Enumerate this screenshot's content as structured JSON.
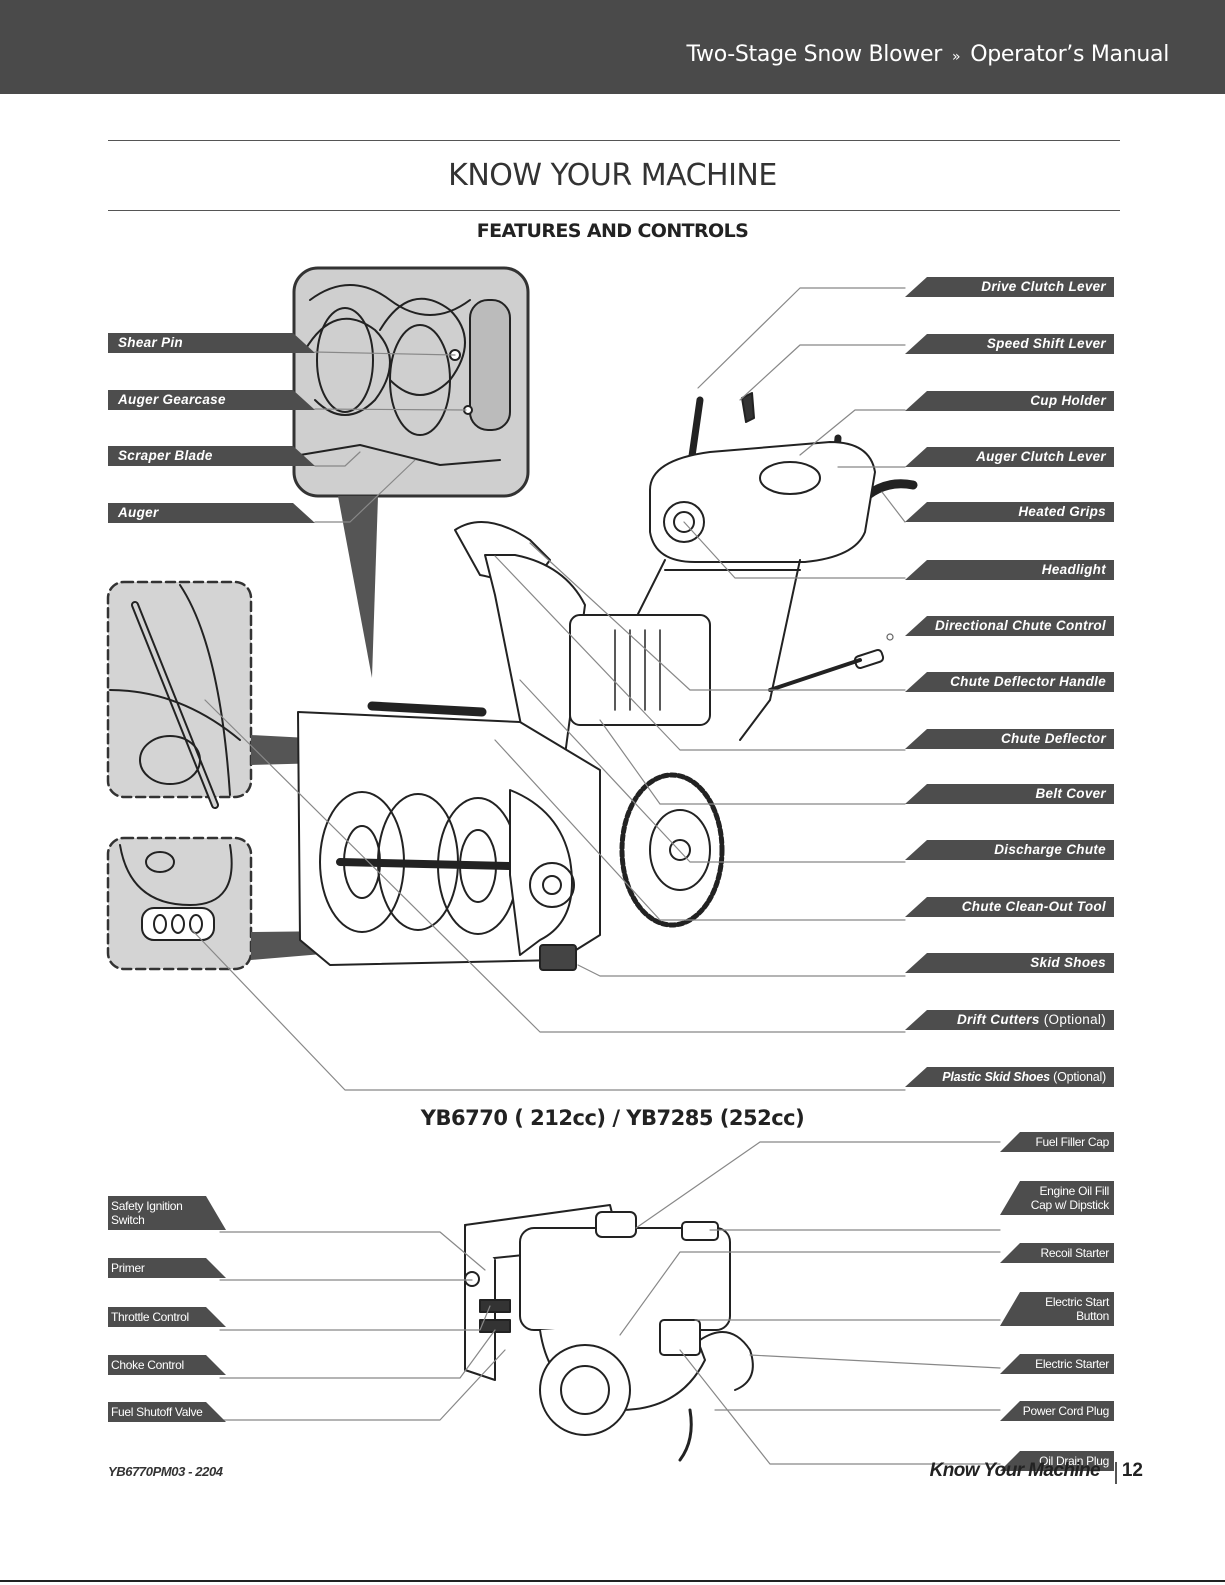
{
  "header": {
    "doc_title": "Two-Stage Snow Blower",
    "separator": "»",
    "doc_subtitle": "Operator’s Manual"
  },
  "page_title": "KNOW YOUR MACHINE",
  "section_title": "FEATURES AND CONTROLS",
  "machine_labels_right": [
    {
      "text": "Drive Clutch Lever"
    },
    {
      "text": "Speed Shift Lever"
    },
    {
      "text": "Cup Holder"
    },
    {
      "text": "Auger Clutch Lever"
    },
    {
      "text": "Heated Grips"
    },
    {
      "text": "Headlight"
    },
    {
      "text": "Directional Chute Control"
    },
    {
      "text": "Chute Deflector Handle"
    },
    {
      "text": "Chute Deflector"
    },
    {
      "text": "Belt Cover"
    },
    {
      "text": "Discharge Chute"
    },
    {
      "text": "Chute Clean-Out Tool"
    },
    {
      "text": "Skid Shoes"
    },
    {
      "text": "Drift Cutters",
      "note": "(Optional)"
    },
    {
      "text": "Plastic Skid Shoes",
      "note": "(Optional)"
    }
  ],
  "machine_labels_left": [
    {
      "text": "Shear Pin"
    },
    {
      "text": "Auger Gearcase"
    },
    {
      "text": "Scraper Blade"
    },
    {
      "text": "Auger"
    }
  ],
  "model_title": "YB6770 ( 212cc) / YB7285 (252cc)",
  "engine_labels_right": [
    {
      "line1": "Fuel Filler Cap",
      "line2": ""
    },
    {
      "line1": "Engine Oil Fill",
      "line2": "Cap w/ Dipstick"
    },
    {
      "line1": "Recoil Starter",
      "line2": ""
    },
    {
      "line1": "Electric Start",
      "line2": "Button"
    },
    {
      "line1": "Electric Starter",
      "line2": ""
    },
    {
      "line1": "Power Cord Plug",
      "line2": ""
    },
    {
      "line1": "Oil Drain Plug",
      "line2": ""
    }
  ],
  "engine_labels_left": [
    {
      "line1": "Safety Ignition",
      "line2": "Switch"
    },
    {
      "line1": "Primer",
      "line2": ""
    },
    {
      "line1": "Throttle Control",
      "line2": ""
    },
    {
      "line1": "Choke Control",
      "line2": ""
    },
    {
      "line1": "Fuel Shutoff Valve",
      "line2": ""
    }
  ],
  "footer": {
    "doc_code": "YB6770PM03 - 2204",
    "section": "Know Your Machine",
    "page": "12"
  }
}
